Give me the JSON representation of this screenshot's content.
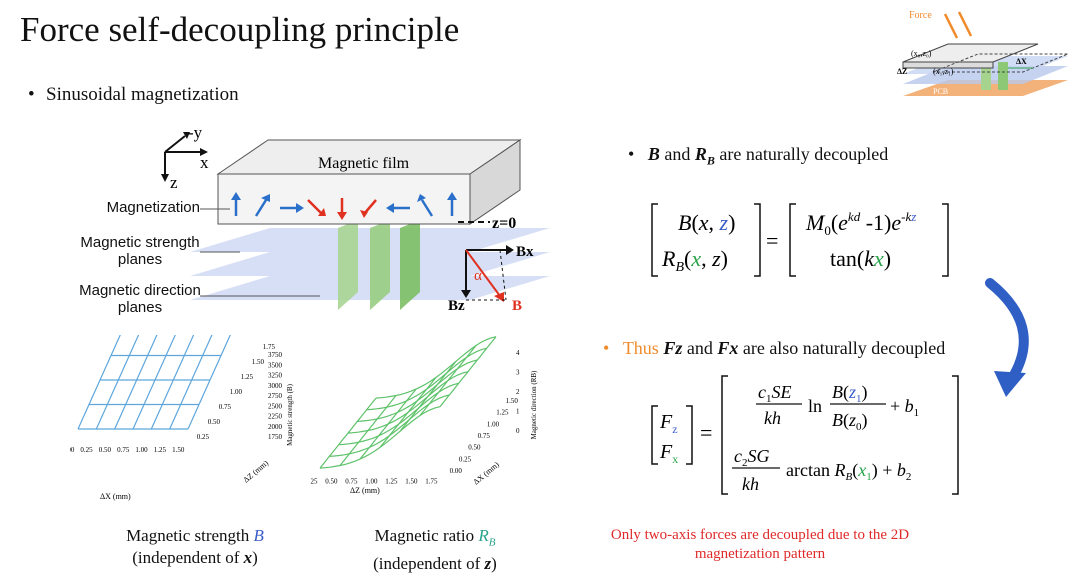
{
  "title": "Force self-decoupling principle",
  "subtitle_bullet": "Sinusoidal magnetization",
  "diagram": {
    "axis_y": "-y",
    "axis_x": "x",
    "axis_z": "z",
    "film_label": "Magnetic film",
    "labels": [
      "Magnetization",
      "Magnetic strength planes",
      "Magnetic direction planes"
    ],
    "z0_label": "z=0",
    "vec_bx": "Bx",
    "vec_bz": "Bz",
    "vec_b": "B",
    "angle": "α"
  },
  "inset": {
    "force": "Force",
    "coord1": "(x₀,z₀)",
    "coord2": "(x₁,z₁)",
    "dz": "ΔZ",
    "dx": "ΔX",
    "pcb": "PCB"
  },
  "plot_left": {
    "zlabel": "Magnetic strength (B)",
    "zticks": [
      "3750",
      "3500",
      "3250",
      "3000",
      "2750",
      "2500",
      "2250",
      "2000",
      "1750"
    ],
    "xticks": [
      "0.00",
      "0.25",
      "0.50",
      "0.75",
      "1.00",
      "1.25",
      "1.50"
    ],
    "xlabel": "ΔX (mm)",
    "yticks": [
      "0.25",
      "0.50",
      "0.75",
      "1.00",
      "1.25",
      "1.50",
      "1.75"
    ],
    "ylabel": "ΔZ (mm)"
  },
  "plot_right": {
    "zlabel": "Magnetic direction (RB)",
    "zticks": [
      "4",
      "3",
      "2",
      "1",
      "0"
    ],
    "xticks": [
      "0.25",
      "0.50",
      "0.75",
      "1.00",
      "1.25",
      "1.50",
      "1.75"
    ],
    "xlabel": "ΔZ (mm)",
    "yticks": [
      "0.00",
      "0.25",
      "0.50",
      "0.75",
      "1.00",
      "1.25",
      "1.50"
    ],
    "ylabel": "ΔX (mm)"
  },
  "caption_left": {
    "line1": "Magnetic strength",
    "sym": "B",
    "line2a": "(independent of ",
    "sym2": "x",
    "line2b": ")"
  },
  "caption_right": {
    "line1": "Magnetic ratio",
    "sym": "R",
    "sub": "B",
    "line2a": "(independent of ",
    "sym2": "z",
    "line2b": ")"
  },
  "bullet1": {
    "dot": "•",
    "text": " are naturally decoupled",
    "and": " and "
  },
  "bullet2": {
    "dot": "•",
    "thus": "Thus ",
    "fz": "Fz",
    "and": " and ",
    "fx": "Fx",
    "text": " are also naturally decoupled"
  },
  "note": "Only two-axis forces are decoupled due to the 2D magnetization pattern",
  "colors": {
    "accent_orange": "#f08a2a",
    "red": "#e02a2a",
    "blue": "#3a5cc8",
    "green": "#29a34a",
    "arrow_blue": "#2f5fc4"
  }
}
